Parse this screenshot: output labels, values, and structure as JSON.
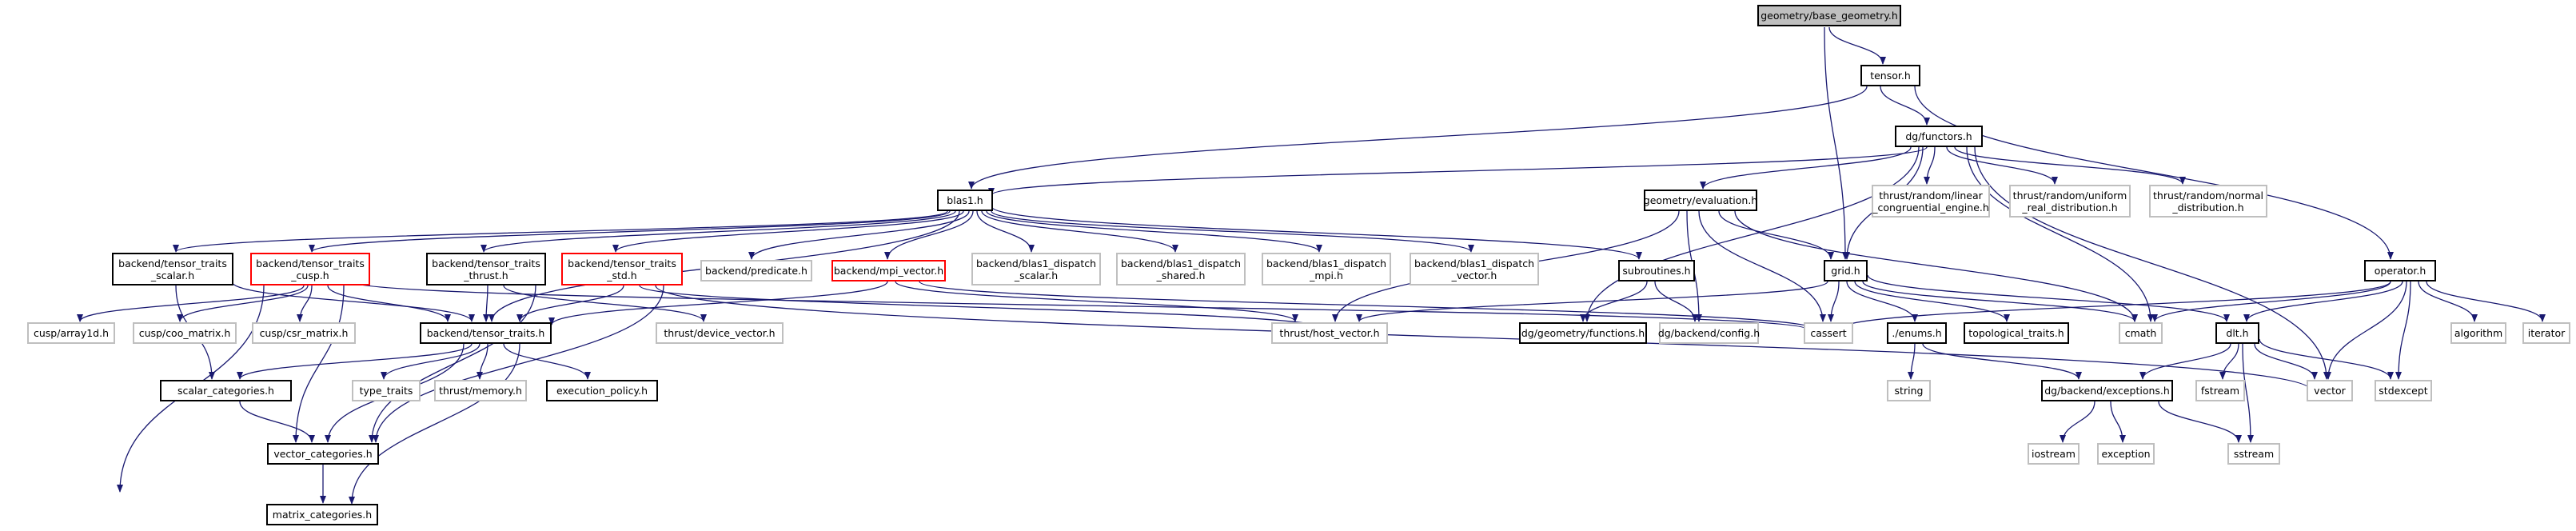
{
  "colors": {
    "edge": "#191970",
    "node_border": "#000000",
    "external_border": "#bfbfbf",
    "truncated_border": "#ff0000",
    "root_fill": "#bfbfbf"
  },
  "nodes": {
    "base_geometry": "geometry/base_geometry.h",
    "tensor": "tensor.h",
    "functors": "dg/functors.h",
    "blas1": "blas1.h",
    "lcg": "thrust/random/linear\n_congruential_engine.h",
    "uniform": "thrust/random/uniform\n_real_distribution.h",
    "normal": "thrust/random/normal\n_distribution.h",
    "evaluation": "geometry/evaluation.h",
    "operator": "operator.h",
    "tt_scalar": "backend/tensor_traits\n_scalar.h",
    "tt_cusp": "backend/tensor_traits\n_cusp.h",
    "tt_thrust": "backend/tensor_traits\n_thrust.h",
    "tt_std": "backend/tensor_traits\n_std.h",
    "predicate": "backend/predicate.h",
    "mpi_vector": "backend/mpi_vector.h",
    "d_scalar": "backend/blas1_dispatch\n_scalar.h",
    "d_shared": "backend/blas1_dispatch\n_shared.h",
    "d_mpi": "backend/blas1_dispatch\n_mpi.h",
    "d_vector": "backend/blas1_dispatch\n_vector.h",
    "subroutines": "subroutines.h",
    "grid": "grid.h",
    "algorithm": "algorithm",
    "iterator": "iterator",
    "cusp_array1d": "cusp/array1d.h",
    "cusp_coo": "cusp/coo_matrix.h",
    "cusp_csr": "cusp/csr_matrix.h",
    "tensor_traits": "backend/tensor_traits.h",
    "device_vector": "thrust/device_vector.h",
    "host_vector": "thrust/host_vector.h",
    "geom_functions": "dg/geometry/functions.h",
    "config": "dg/backend/config.h",
    "cassert": "cassert",
    "enums": "./enums.h",
    "topological": "topological_traits.h",
    "cmath": "cmath",
    "dlt": "dlt.h",
    "fstream": "fstream",
    "vector": "vector",
    "stdexcept": "stdexcept",
    "scalar_categories": "scalar_categories.h",
    "type_traits": "type_traits",
    "memory": "thrust/memory.h",
    "execution_policy": "execution_policy.h",
    "string": "string",
    "exceptions": "dg/backend/exceptions.h",
    "vector_categories": "vector_categories.h",
    "iostream": "iostream",
    "exception": "exception",
    "sstream": "sstream",
    "matrix_categories": "matrix_categories.h"
  }
}
